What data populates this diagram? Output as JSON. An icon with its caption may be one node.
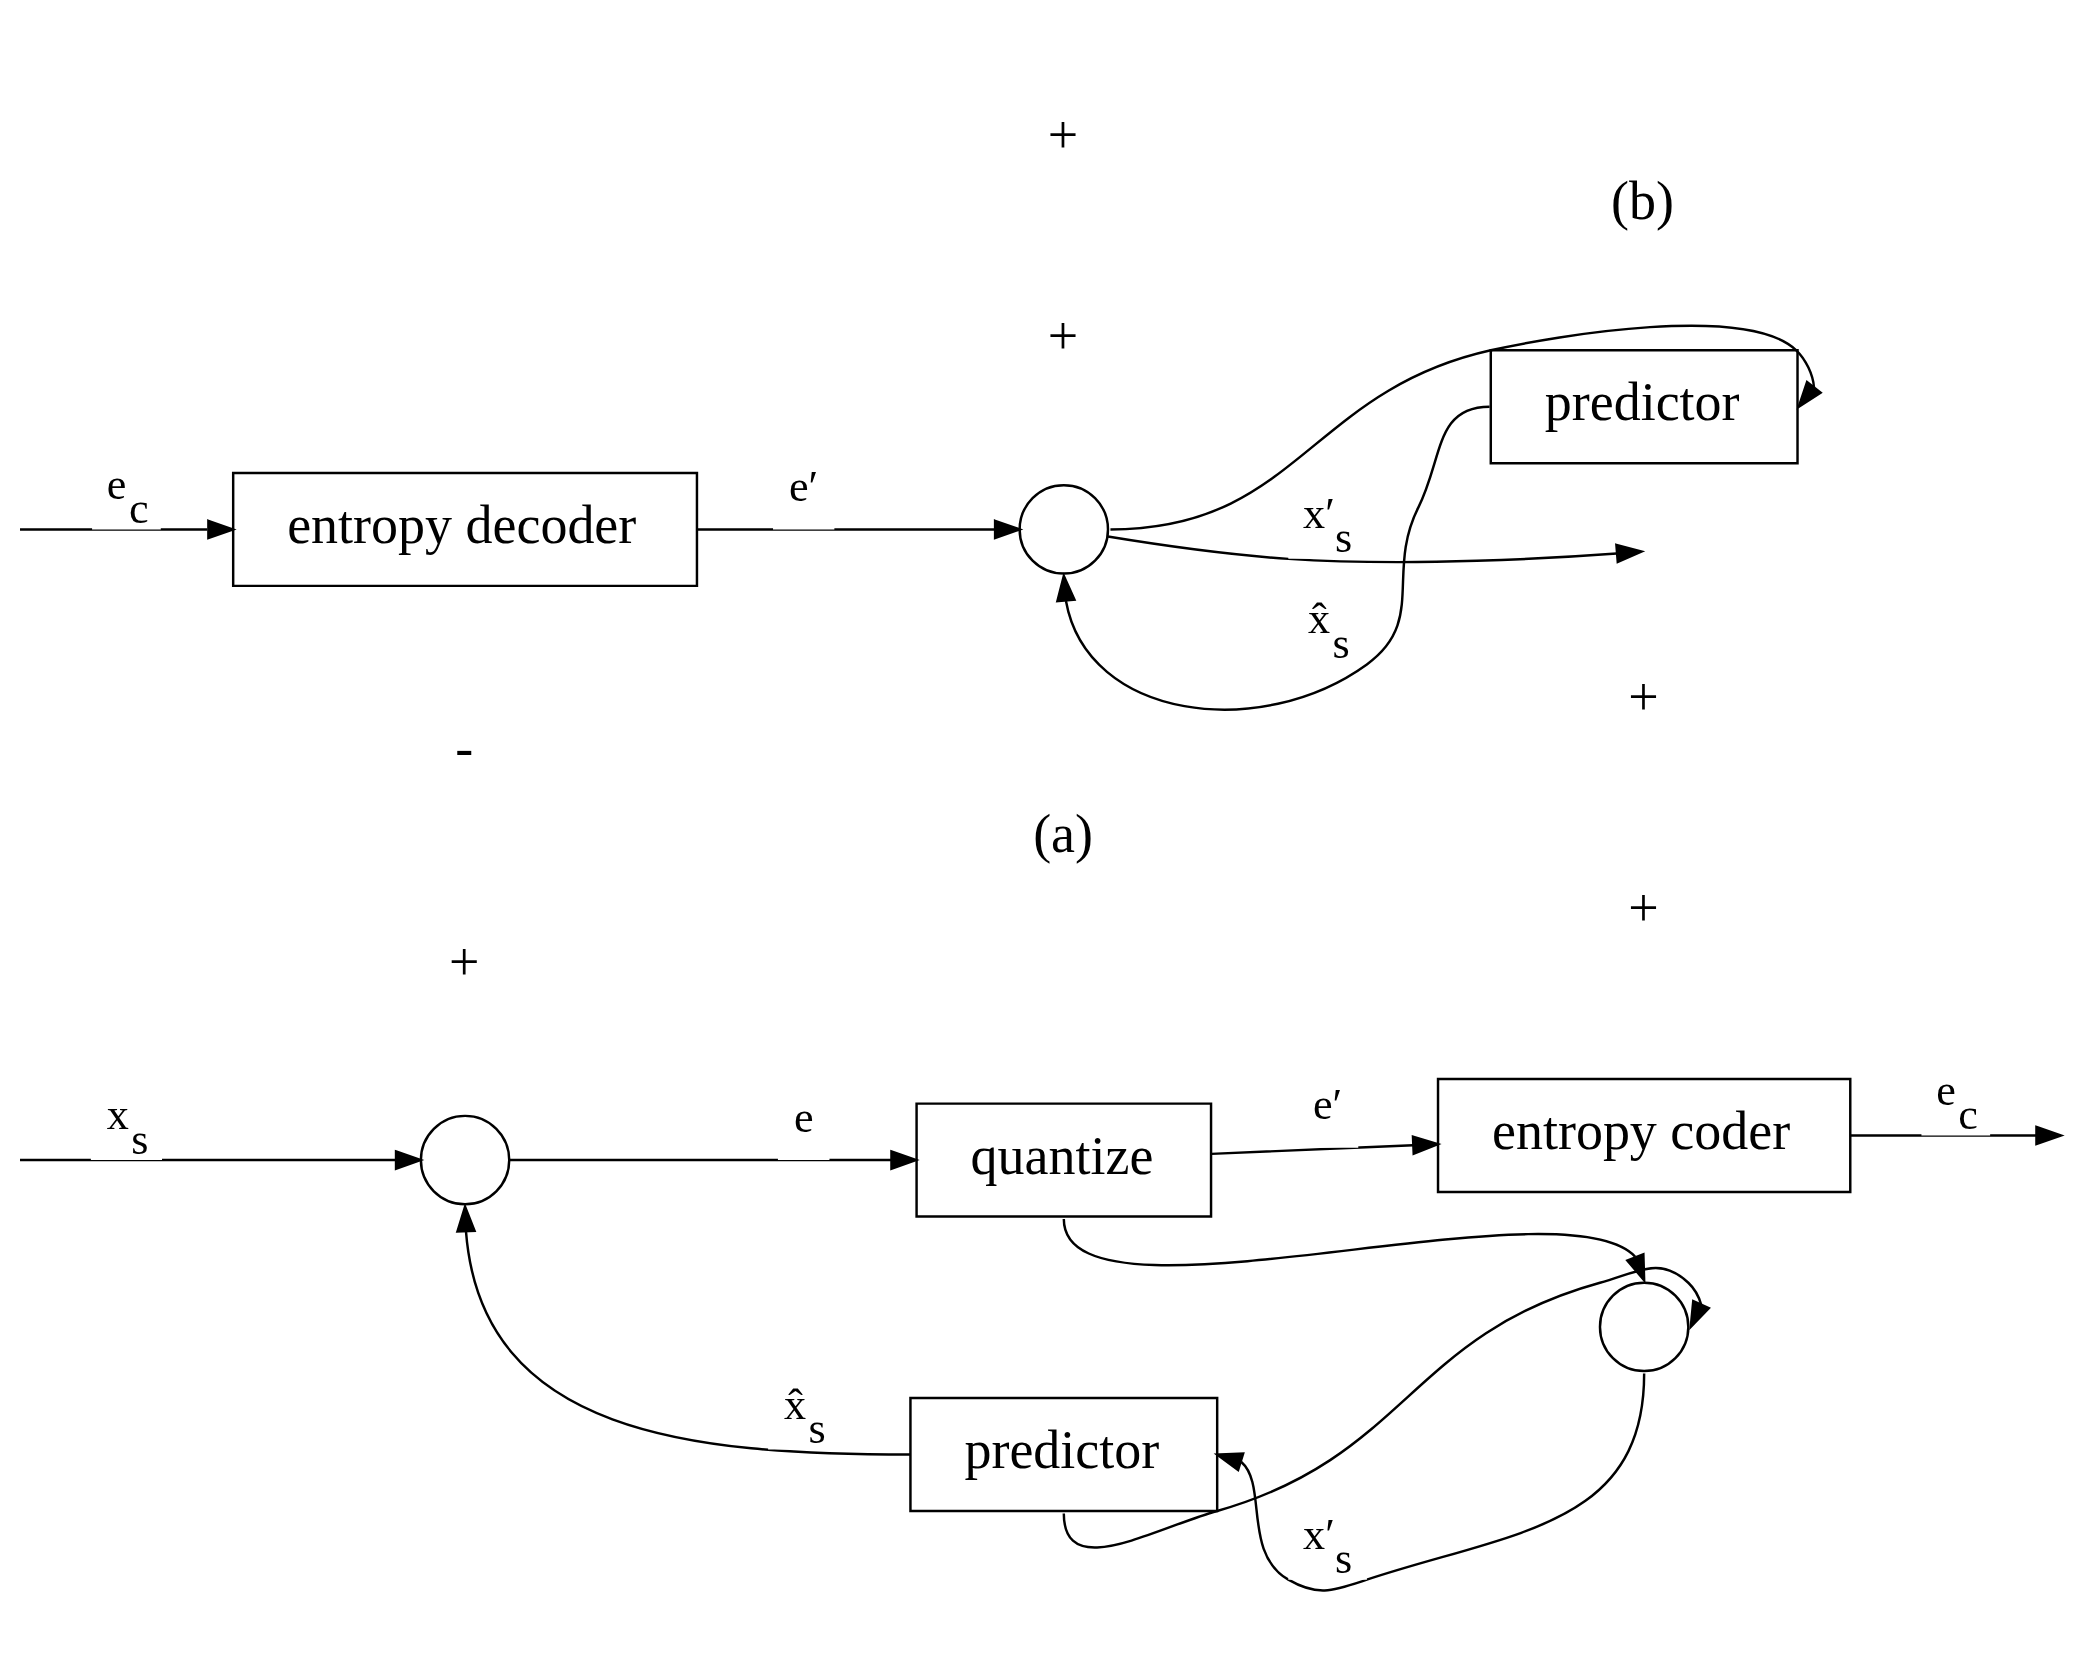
{
  "diagram": {
    "nodes": [
      {
        "text": [],
        "shape": "circle"
      },
      {
        "text": [
          "quantize"
        ]
      },
      {
        "text": [
          "entropy coder"
        ]
      },
      {
        "text": [],
        "shape": "circle"
      },
      {
        "text": [
          "predictor"
        ]
      },
      {
        "text": [
          "entropy decoder"
        ]
      },
      {
        "text": [],
        "shape": "circle"
      },
      {
        "text": [
          "predictor"
        ]
      }
    ],
    "edges": [
      {
        "from": null,
        "to": 0,
        "arrow": "to",
        "label": "x$_{s}$"
      },
      {
        "from": 0,
        "to": 1,
        "arrow": "to",
        "label": "e"
      },
      {
        "from": 1,
        "to": 2,
        "arrow": "to",
        "label": "e′"
      },
      {
        "from": 2,
        "to": null,
        "arrow": "to",
        "label": "e$_{c}$"
      },
      {
        "from": 1,
        "to": 3,
        "arrow": "to"
      },
      {
        "from": 3,
        "to": 4,
        "arrow": "to",
        "label": "x′$_{s}$"
      },
      {
        "from": 4,
        "to": 0,
        "arrow": "to",
        "label": "x̂$_{s}$"
      },
      {
        "from": 4,
        "to": 3,
        "arrow": "to"
      },
      {
        "from": null,
        "to": 5,
        "arrow": "to",
        "label": "e$_{c}$"
      },
      {
        "from": 5,
        "to": 6,
        "arrow": "to",
        "label": "e′"
      },
      {
        "from": 6,
        "to": null,
        "arrow": "to",
        "label": "x′$_{s}$"
      },
      {
        "from": 6,
        "to": 7,
        "arrow": "to"
      },
      {
        "from": 7,
        "to": 6,
        "arrow": "to",
        "label": "x̂$_{s}$"
      }
    ],
    "labels": [
      "+",
      "-",
      "+",
      "+",
      "(a)",
      "+",
      "+",
      "(b)"
    ]
  }
}
